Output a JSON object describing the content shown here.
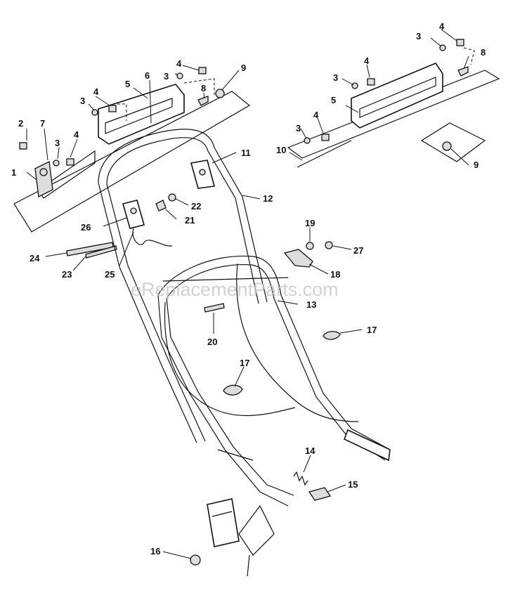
{
  "watermark": "eReplacementParts.com",
  "callouts": {
    "c1": "1",
    "c2": "2",
    "c3a": "3",
    "c4a": "4",
    "c7": "7",
    "c3b": "3",
    "c4b": "4",
    "c5a": "5",
    "c6": "6",
    "c4c": "4",
    "c3c": "3",
    "c9a": "9",
    "c8a": "8",
    "c11": "11",
    "c12": "12",
    "c22": "22",
    "c21": "21",
    "c26": "26",
    "c24": "24",
    "c23": "23",
    "c25": "25",
    "c4d": "4",
    "c3d": "3",
    "c8b": "8",
    "c4e": "4",
    "c3e": "3",
    "c5b": "5",
    "c4f": "4",
    "c3f": "3",
    "c10": "10",
    "c9b": "9",
    "c19": "19",
    "c27": "27",
    "c18": "18",
    "c13": "13",
    "c20": "20",
    "c17a": "17",
    "c17b": "17",
    "c14": "14",
    "c15": "15",
    "c16": "16"
  }
}
